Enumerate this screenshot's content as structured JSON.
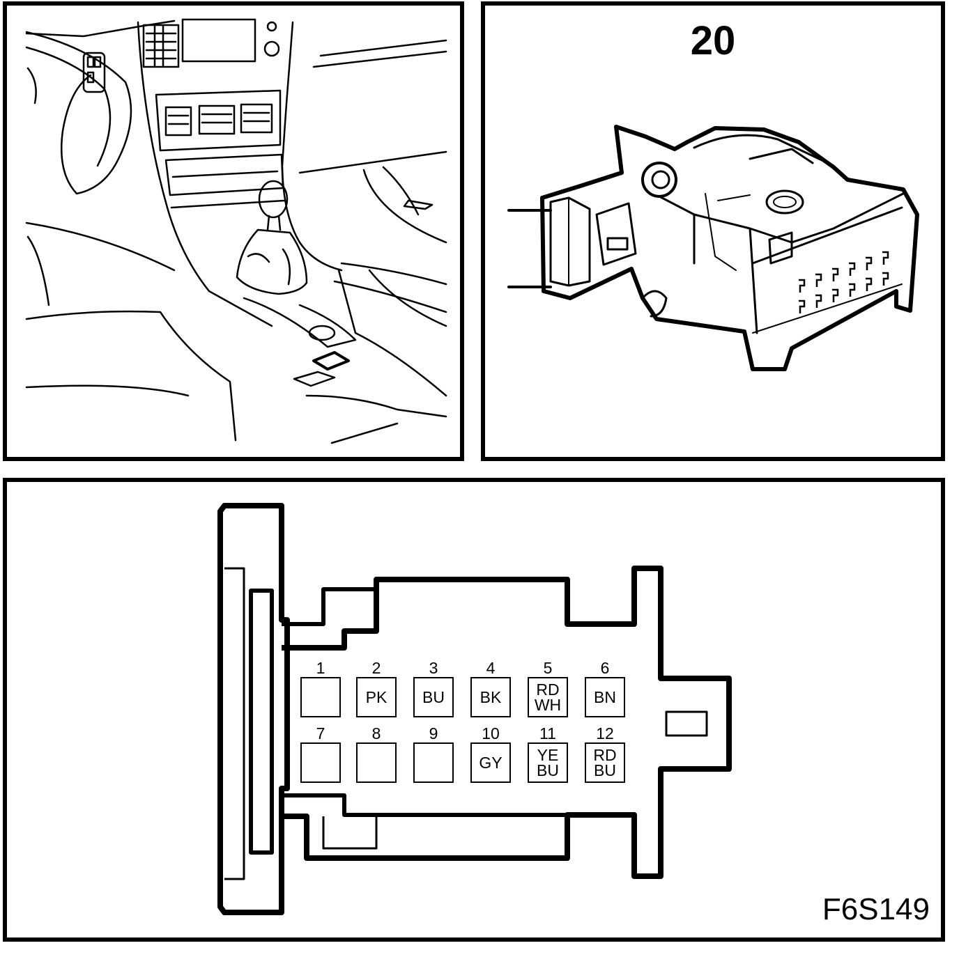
{
  "connector": {
    "number": "20",
    "figure_code": "F6S149",
    "pins": [
      {
        "num": "1",
        "color": []
      },
      {
        "num": "2",
        "color": [
          "PK"
        ]
      },
      {
        "num": "3",
        "color": [
          "BU"
        ]
      },
      {
        "num": "4",
        "color": [
          "BK"
        ]
      },
      {
        "num": "5",
        "color": [
          "RD",
          "WH"
        ]
      },
      {
        "num": "6",
        "color": [
          "BN"
        ]
      },
      {
        "num": "7",
        "color": []
      },
      {
        "num": "8",
        "color": []
      },
      {
        "num": "9",
        "color": []
      },
      {
        "num": "10",
        "color": [
          "GY"
        ]
      },
      {
        "num": "11",
        "color": [
          "YE",
          "BU"
        ]
      },
      {
        "num": "12",
        "color": [
          "RD",
          "BU"
        ]
      }
    ]
  }
}
